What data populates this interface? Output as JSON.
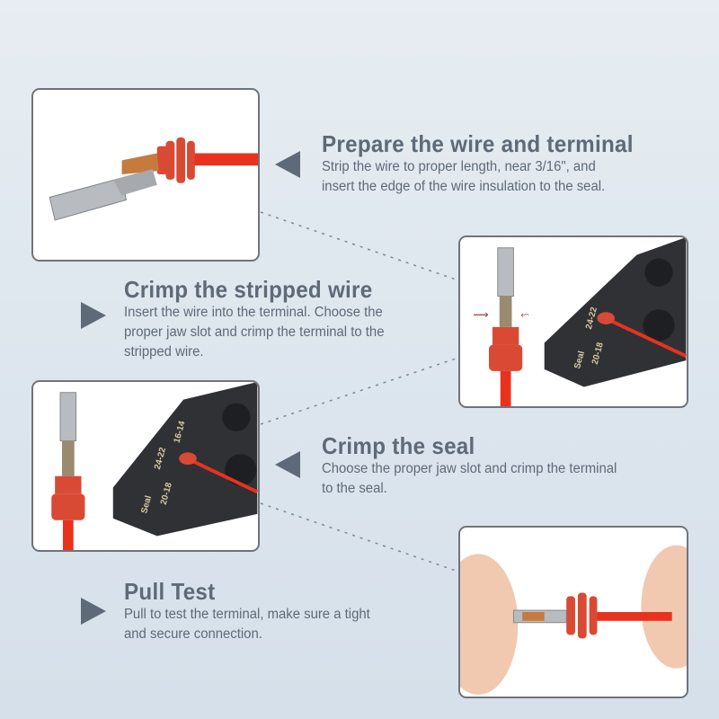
{
  "steps": [
    {
      "title": "Prepare the wire and terminal",
      "lines": [
        "Strip the wire to proper length, near 3/16\", and",
        "insert the edge of the wire insulation to the seal."
      ]
    },
    {
      "title": "Crimp the stripped wire",
      "lines": [
        "Insert the wire into the terminal. Choose the",
        "proper jaw slot and crimp the terminal to the",
        "stripped wire."
      ]
    },
    {
      "title": "Crimp the seal",
      "lines": [
        "Choose the proper jaw slot and crimp the terminal",
        "to the seal."
      ]
    },
    {
      "title": "Pull Test",
      "lines": [
        "Pull to test the terminal, make sure a tight",
        "and secure connection."
      ]
    }
  ],
  "jaw_labels": {
    "seal": "Seal",
    "a": "24-22",
    "b": "20-18",
    "c": "16-14"
  },
  "colors": {
    "text": "#5e6a77",
    "wire": "#e8321e",
    "seal": "#d94a35",
    "tool": "#2f3135",
    "background": "#dde6ee"
  }
}
